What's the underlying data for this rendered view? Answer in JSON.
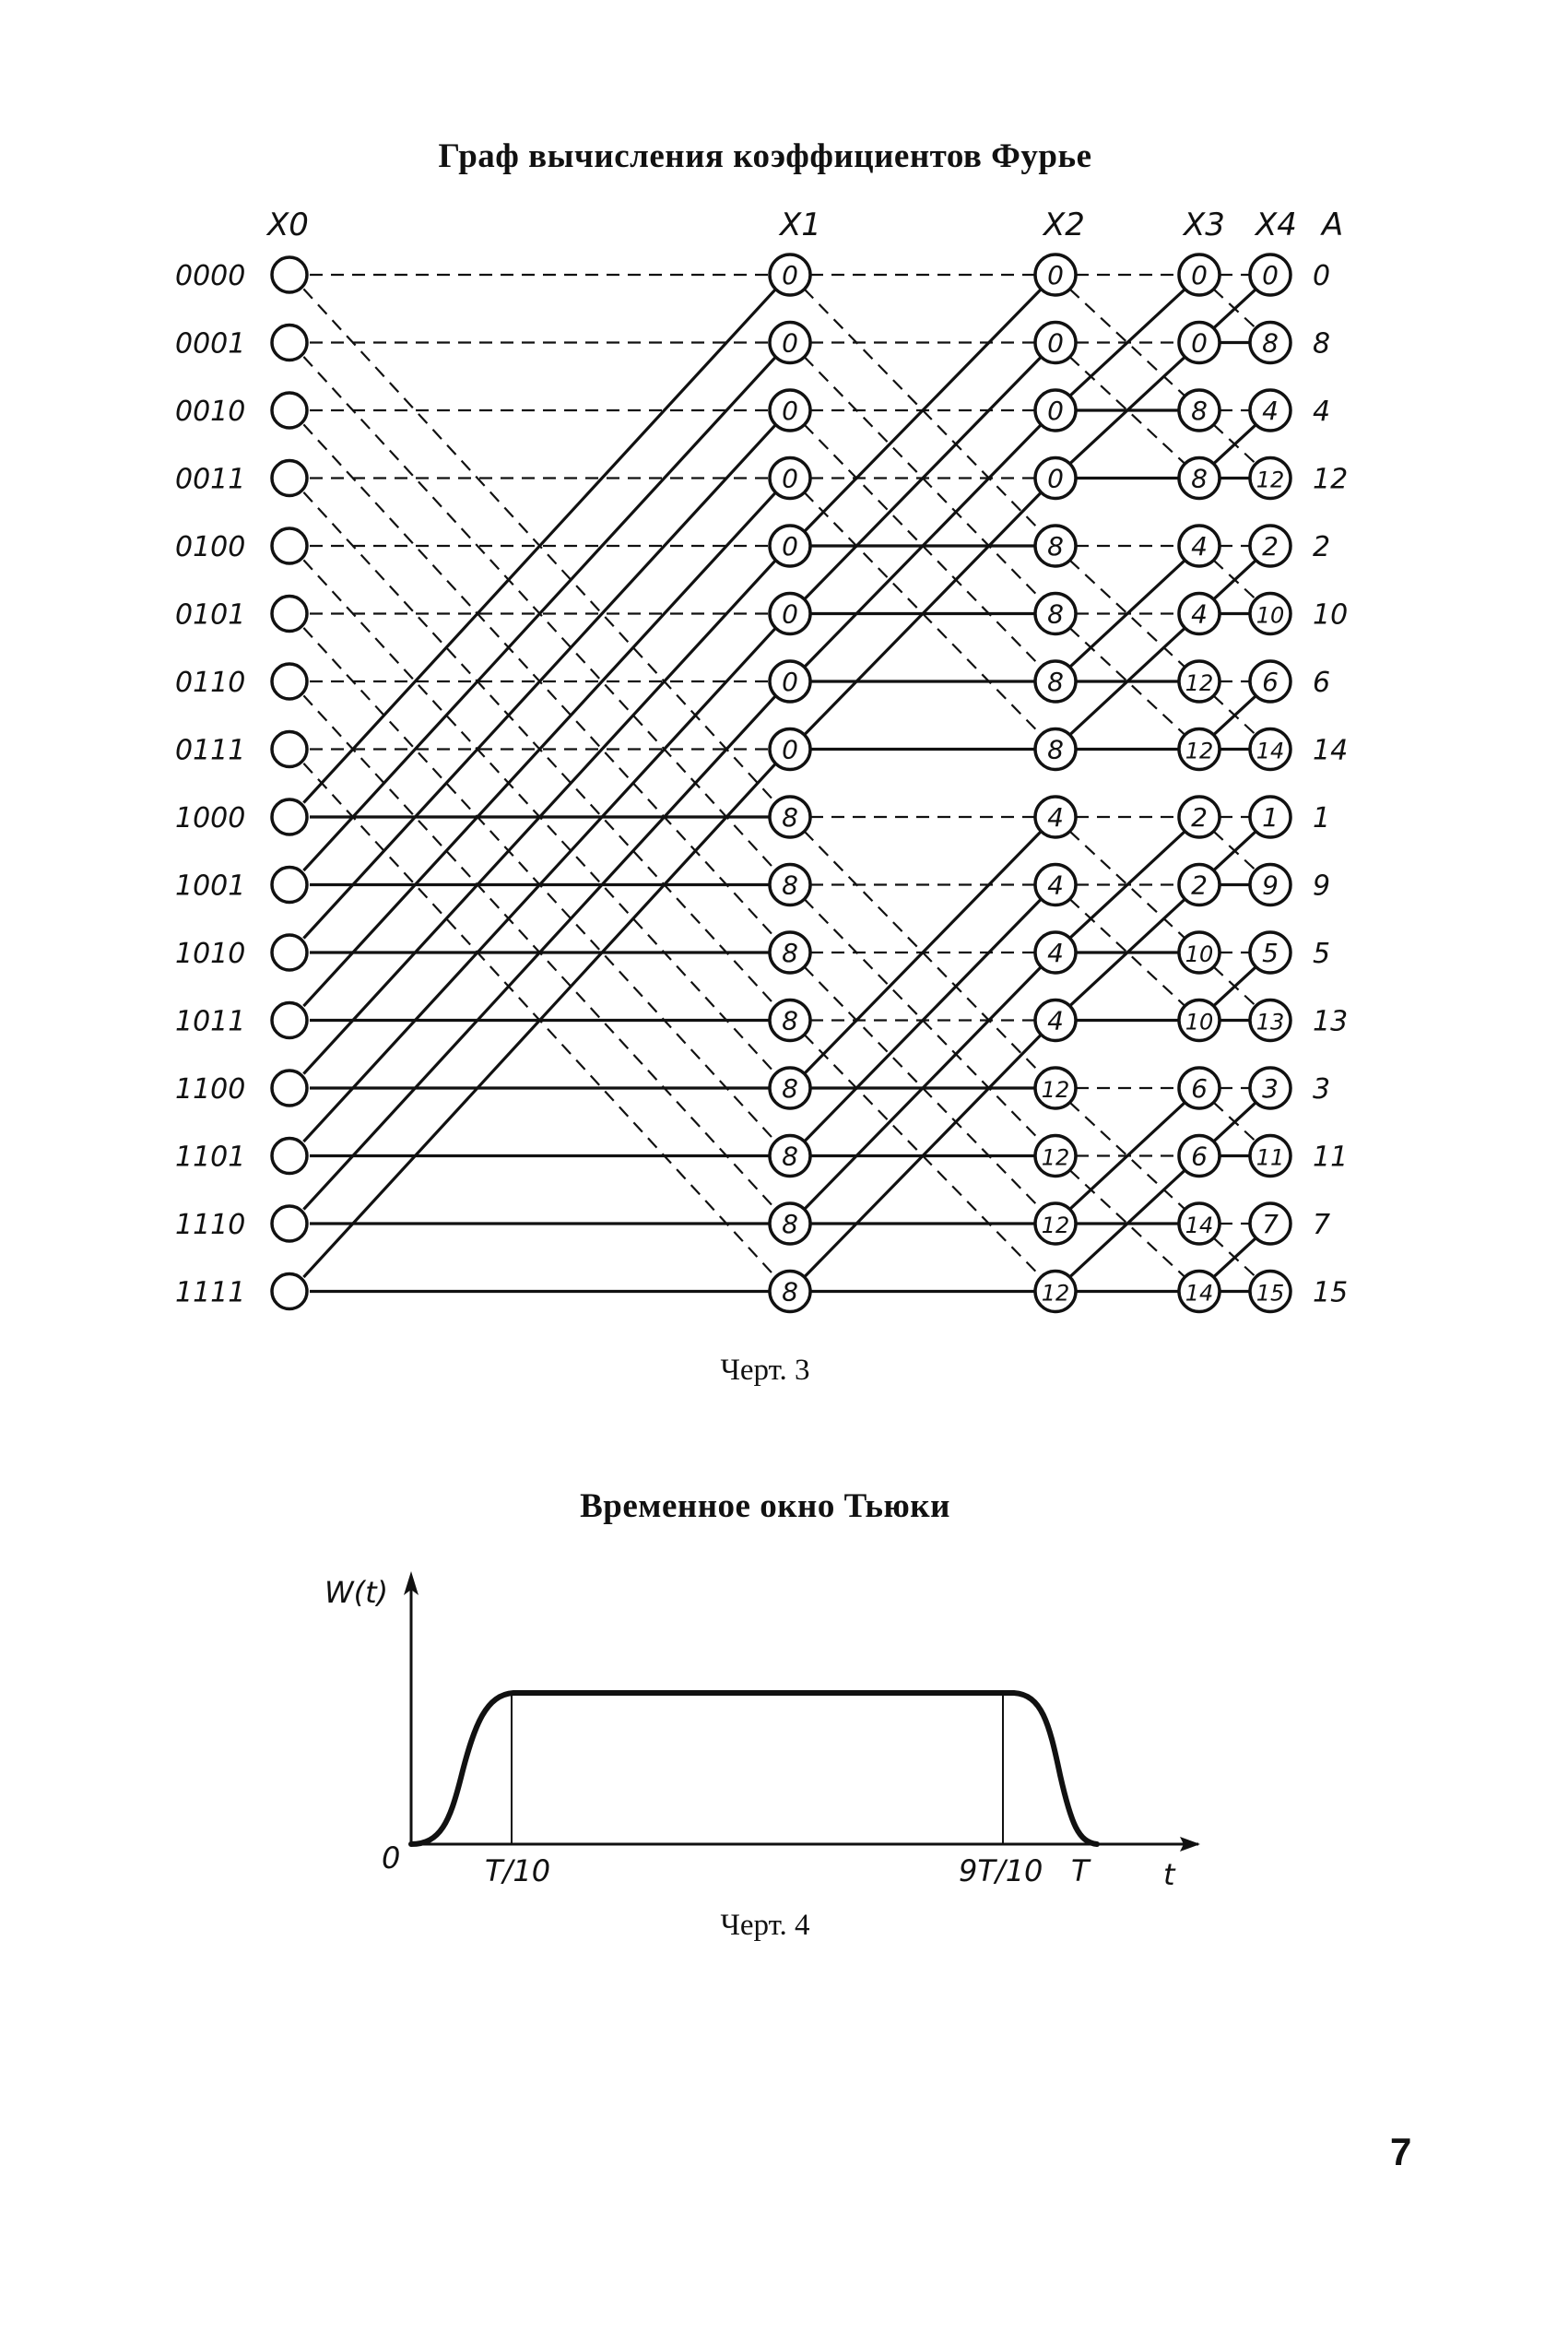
{
  "figure3": {
    "title": "Граф вычисления коэффициентов Фурье",
    "caption": "Черт. 3",
    "column_headers": [
      "X0",
      "X1",
      "X2",
      "X3",
      "X4",
      "A"
    ],
    "row_labels": [
      "0000",
      "0001",
      "0010",
      "0011",
      "0100",
      "0101",
      "0110",
      "0111",
      "1000",
      "1001",
      "1010",
      "1011",
      "1100",
      "1101",
      "1110",
      "1111"
    ],
    "node_values": {
      "X1": [
        "0",
        "0",
        "0",
        "0",
        "0",
        "0",
        "0",
        "0",
        "8",
        "8",
        "8",
        "8",
        "8",
        "8",
        "8",
        "8"
      ],
      "X2": [
        "0",
        "0",
        "0",
        "0",
        "8",
        "8",
        "8",
        "8",
        "4",
        "4",
        "4",
        "4",
        "12",
        "12",
        "12",
        "12"
      ],
      "X3": [
        "0",
        "0",
        "8",
        "8",
        "4",
        "4",
        "12",
        "12",
        "2",
        "2",
        "10",
        "10",
        "6",
        "6",
        "14",
        "14"
      ],
      "X4": [
        "0",
        "8",
        "4",
        "12",
        "2",
        "10",
        "6",
        "14",
        "1",
        "9",
        "5",
        "13",
        "3",
        "11",
        "7",
        "15"
      ]
    },
    "output_labels": [
      "0",
      "8",
      "4",
      "12",
      "2",
      "10",
      "6",
      "14",
      "1",
      "9",
      "5",
      "13",
      "3",
      "11",
      "7",
      "15"
    ]
  },
  "figure4": {
    "title": "Временное окно Тьюки",
    "caption": "Черт. 4",
    "y_axis_label": "W(t)",
    "x_axis_label": "t",
    "origin_label": "0",
    "x_tick_labels": [
      "T/10",
      "9T/10",
      "T"
    ]
  },
  "page_number": "7"
}
